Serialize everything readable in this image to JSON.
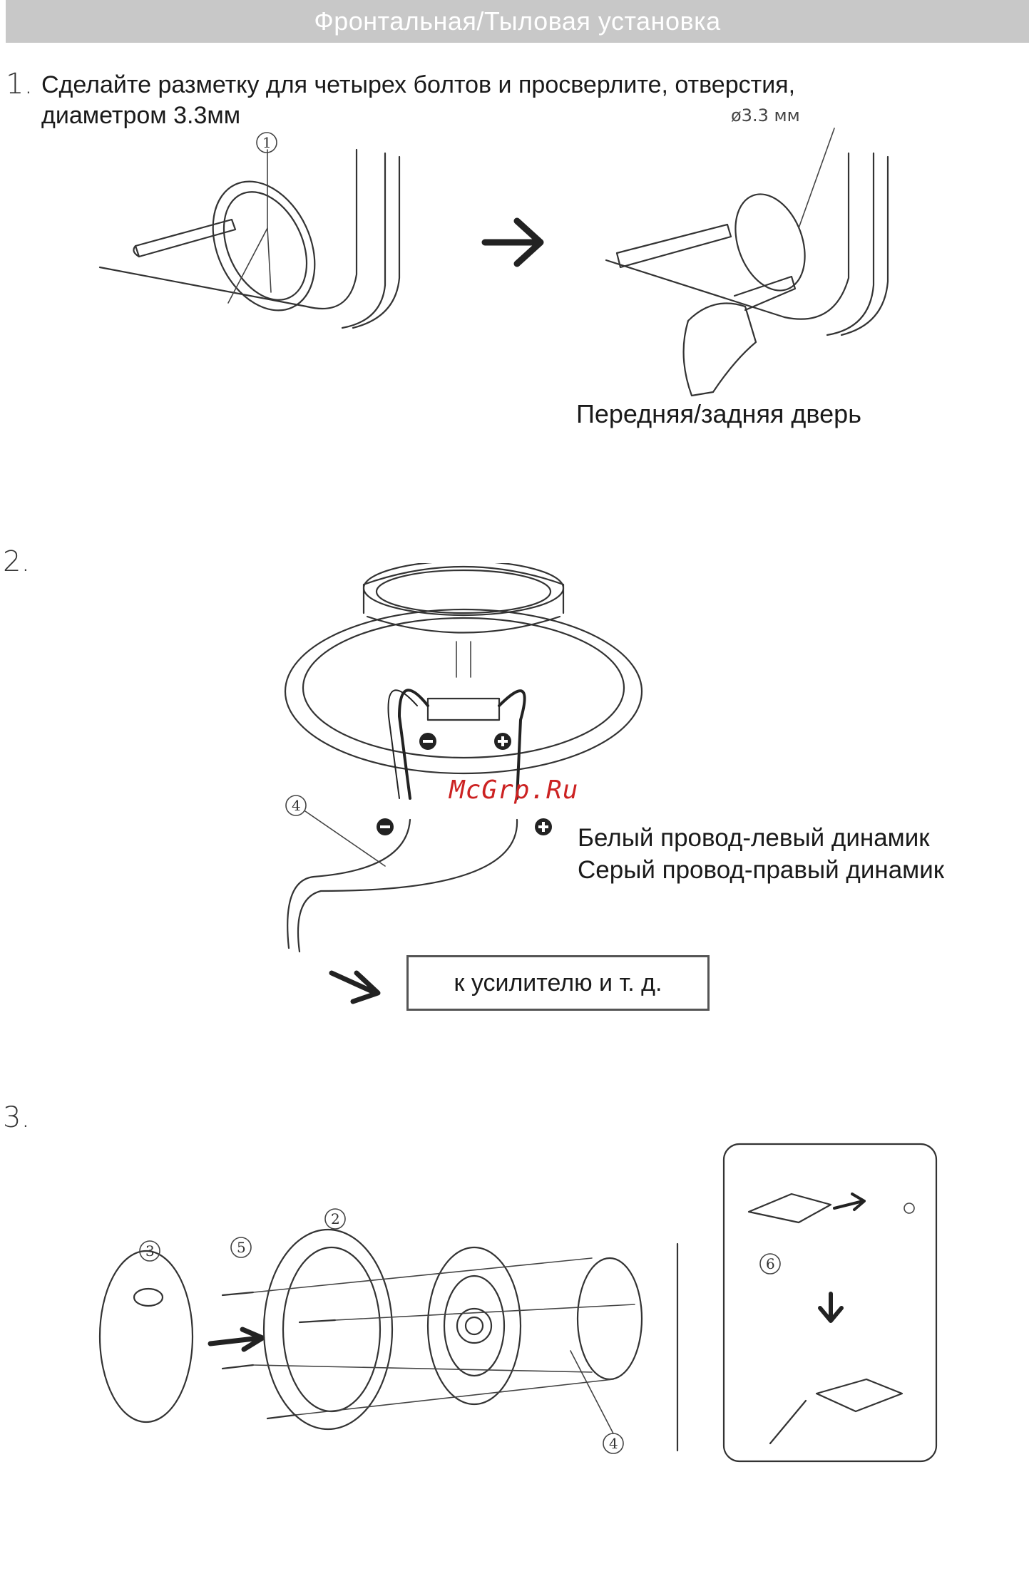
{
  "header": {
    "title": "Фронтальная/Тыловая установка"
  },
  "step1": {
    "number": "1.",
    "text_line1": "Сделайте разметку для четырех болтов и просверлите, отверстия,",
    "text_line2": "диаметром 3.3мм",
    "drill_note": "ø3.3 мм",
    "caption": "Передняя/задняя дверь",
    "callout": "1"
  },
  "step2": {
    "number": "2.",
    "watermark": "McGrp.Ru",
    "white_wire": "Белый провод-левый динамик",
    "gray_wire": "Серый провод-правый динамик",
    "amp_label": "к усилителю и т. д.",
    "callout": "4"
  },
  "step3": {
    "number": "3.",
    "callouts": [
      "3",
      "5",
      "2",
      "4",
      "6"
    ]
  },
  "colors": {
    "header_bg": "#c8c8c8",
    "header_text": "#ffffff",
    "watermark": "#cc2222"
  }
}
